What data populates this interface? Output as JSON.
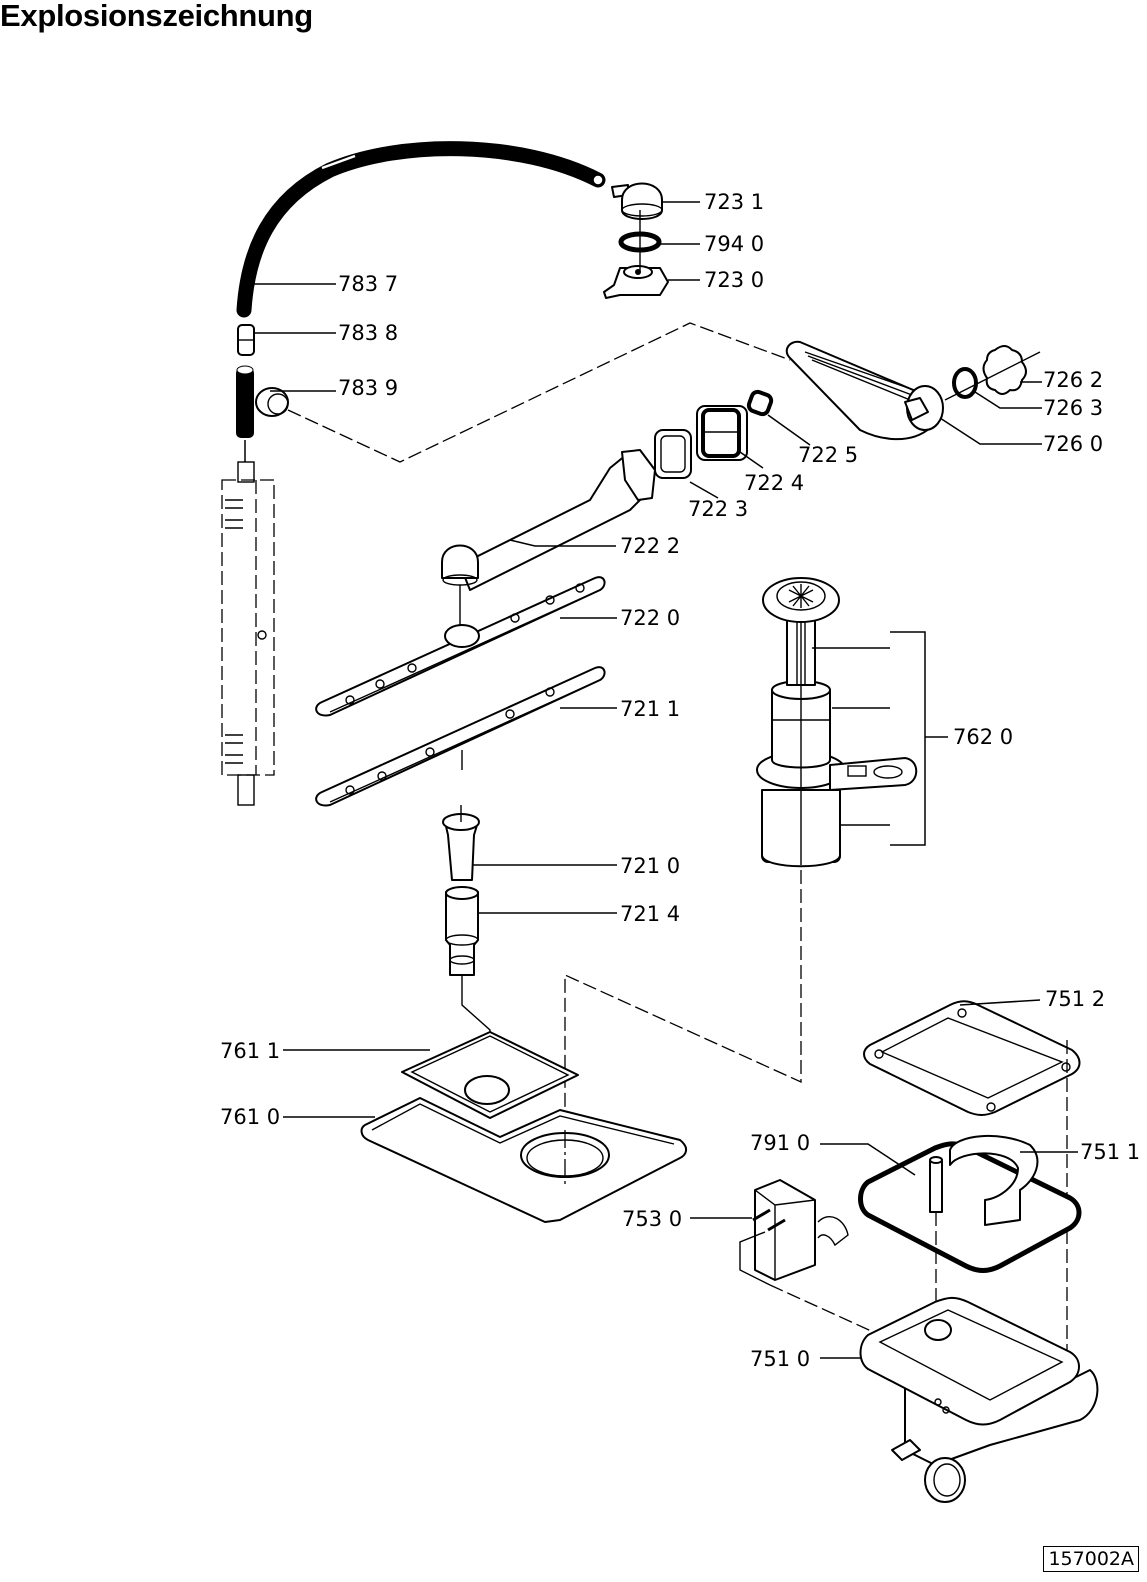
{
  "title": "Explosionszeichnung",
  "reference_code": "157002A",
  "parts": [
    {
      "id": "p7231",
      "label": "723 1",
      "description": "hose connector cap"
    },
    {
      "id": "p7940",
      "label": "794 0",
      "description": "sealing ring"
    },
    {
      "id": "p7230",
      "label": "723 0",
      "description": "connector base"
    },
    {
      "id": "p7837",
      "label": "783 7",
      "description": "hose"
    },
    {
      "id": "p7838",
      "label": "783 8",
      "description": "coupling sleeve"
    },
    {
      "id": "p7839",
      "label": "783 9",
      "description": "elbow fitting"
    },
    {
      "id": "p7262",
      "label": "726 2",
      "description": "nut"
    },
    {
      "id": "p7263",
      "label": "726 3",
      "description": "o-ring"
    },
    {
      "id": "p7260",
      "label": "726 0",
      "description": "supply tube"
    },
    {
      "id": "p7225",
      "label": "722 5",
      "description": "gasket"
    },
    {
      "id": "p7224",
      "label": "722 4",
      "description": "connector"
    },
    {
      "id": "p7223",
      "label": "722 3",
      "description": "seal"
    },
    {
      "id": "p7222",
      "label": "722 2",
      "description": "spray arm feed pipe"
    },
    {
      "id": "p7220",
      "label": "722 0",
      "description": "upper spray arm"
    },
    {
      "id": "p7211",
      "label": "721 1",
      "description": "lower spray arm"
    },
    {
      "id": "p7620",
      "label": "762 0",
      "description": "filter assembly"
    },
    {
      "id": "p7210",
      "label": "721 0",
      "description": "nozzle"
    },
    {
      "id": "p7214",
      "label": "721 4",
      "description": "bushing"
    },
    {
      "id": "p7611",
      "label": "761 1",
      "description": "micro filter"
    },
    {
      "id": "p7610",
      "label": "761 0",
      "description": "flat filter"
    },
    {
      "id": "p7512",
      "label": "751 2",
      "description": "sump cover frame"
    },
    {
      "id": "p7910",
      "label": "791 0",
      "description": "gasket"
    },
    {
      "id": "p7511",
      "label": "751 1",
      "description": "sump insert"
    },
    {
      "id": "p7530",
      "label": "753 0",
      "description": "heater block"
    },
    {
      "id": "p7510",
      "label": "751 0",
      "description": "sump"
    }
  ]
}
